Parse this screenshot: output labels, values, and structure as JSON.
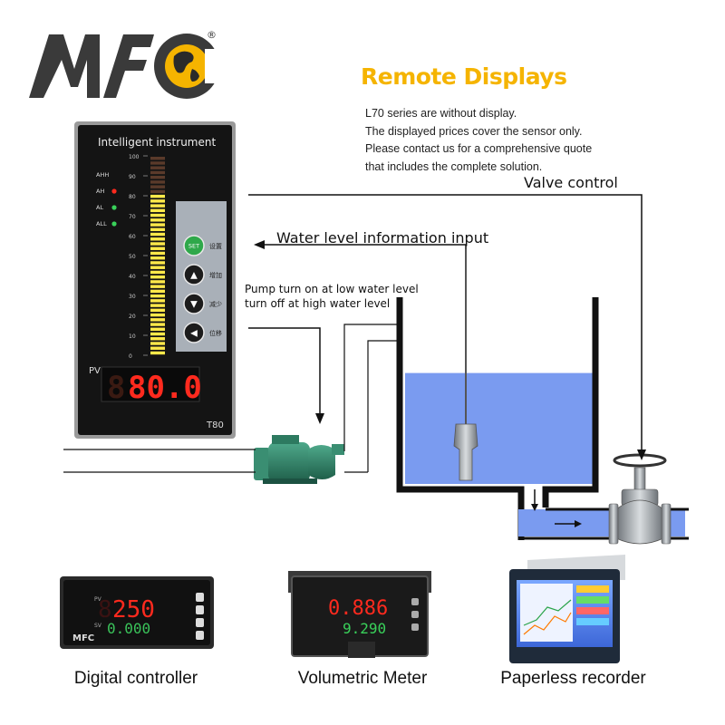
{
  "brand": {
    "logo_text": "MFC",
    "registered_mark": "®"
  },
  "header": {
    "title": "Remote Displays",
    "notes": [
      "L70 series are without display.",
      "The displayed prices cover the sensor only.",
      "Please contact us for a comprehensive quote",
      "that includes the complete solution."
    ]
  },
  "instrument": {
    "name": "Intelligent instrument",
    "model": "T80",
    "pv_label": "PV",
    "pv_reading": "80.0",
    "alarms": [
      "AHH",
      "AH",
      "AL",
      "ALL"
    ],
    "scale": [
      "100",
      "90",
      "80",
      "70",
      "60",
      "50",
      "40",
      "30",
      "20",
      "10",
      "0"
    ],
    "bar_level": 0.8,
    "keys": [
      {
        "symbol": "SET",
        "label": "设置"
      },
      {
        "symbol": "▲",
        "label": "增加"
      },
      {
        "symbol": "▼",
        "label": "减少"
      },
      {
        "symbol": "◀",
        "label": "位移"
      }
    ]
  },
  "diagram": {
    "valve_control": "Valve control",
    "water_level_input": "Water level information input",
    "pump_note_line1": "Pump turn on at low water level",
    "pump_note_line2": "turn off at high water level",
    "tank_water_level": 0.6
  },
  "products": [
    {
      "name": "Digital controller",
      "reading_top": "250",
      "reading_bottom": "0.000"
    },
    {
      "name": "Volumetric Meter",
      "reading_top": "0.886",
      "reading_bottom": "9.290"
    },
    {
      "name": "Paperless recorder"
    }
  ],
  "colors": {
    "accent_yellow": "#f5b400",
    "led_red": "#ff2a1e",
    "led_green": "#39d15a",
    "water_blue": "#7a9bf0",
    "panel_black": "#141414"
  }
}
